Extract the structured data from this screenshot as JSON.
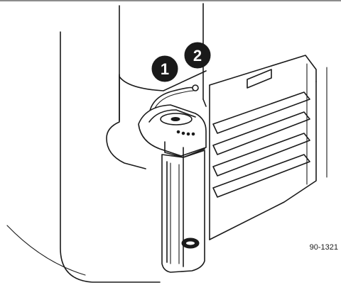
{
  "callouts": [
    {
      "number": "1"
    },
    {
      "number": "2"
    }
  ],
  "figure_id": "90-1321",
  "colors": {
    "line": "#1a1a1a",
    "callout_fill": "#1a1a1a",
    "callout_text": "#ffffff",
    "background": "#ffffff"
  }
}
